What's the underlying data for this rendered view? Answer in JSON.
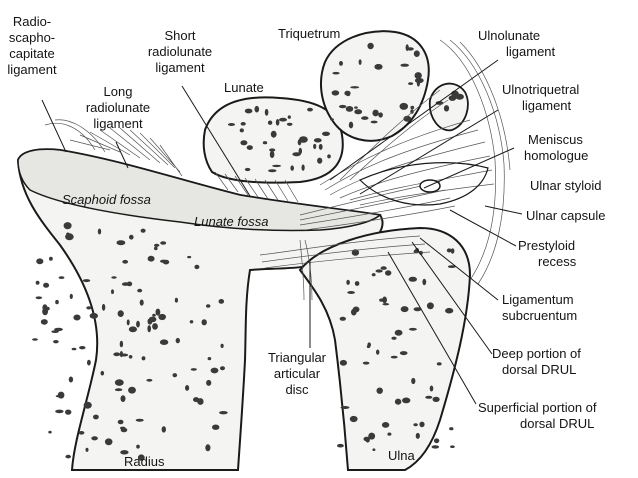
{
  "labels": {
    "radioscaphocapitate": [
      "Radio-",
      "scapho-",
      "capitate",
      "ligament"
    ],
    "long_radiolunate": [
      "Long",
      "radiolunate",
      "ligament"
    ],
    "short_radiolunate": [
      "Short",
      "radiolunate",
      "ligament"
    ],
    "lunate": "Lunate",
    "triquetrum": "Triquetrum",
    "ulnolunate": [
      "Ulnolunate",
      "ligament"
    ],
    "ulnotriquetral": [
      "Ulnotriquetral",
      "ligament"
    ],
    "meniscus_homologue": [
      "Meniscus",
      "homologue"
    ],
    "ulnar_styloid": "Ulnar styloid",
    "ulnar_capsule": "Ulnar capsule",
    "prestyloid_recess": [
      "Prestyloid",
      "recess"
    ],
    "ligamentum_subcruentum": [
      "Ligamentum",
      "subcruentum"
    ],
    "deep_dorsal_drul": [
      "Deep portion of",
      "dorsal DRUL"
    ],
    "superficial_dorsal_drul": [
      "Superficial portion of",
      "dorsal DRUL"
    ],
    "triangular_disc": [
      "Triangular",
      "articular",
      "disc"
    ],
    "scaphoid_fossa": "Scaphoid fossa",
    "lunate_fossa": "Lunate fossa",
    "radius": "Radius",
    "ulna": "Ulna"
  },
  "colors": {
    "ink": "#1a1a1a",
    "bone": "#f4f4f2",
    "cartilage": "#e6e6e3",
    "ligament": "#d8d8d5",
    "spot": "#3a3a3a"
  }
}
